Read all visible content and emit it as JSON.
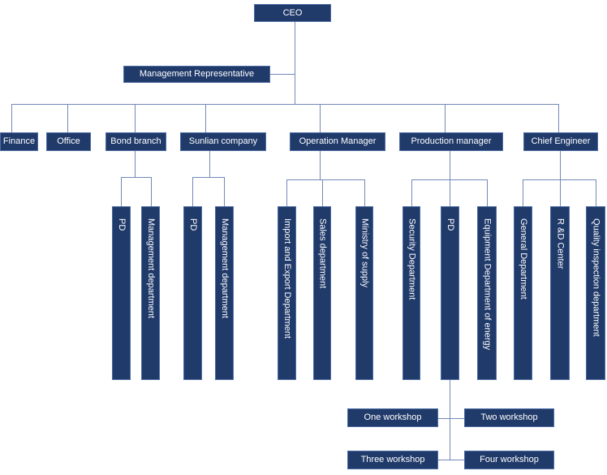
{
  "org": {
    "ceo": {
      "label": "CEO"
    },
    "management_representative": {
      "label": "Management Representative"
    },
    "departments": [
      {
        "label": "Finance"
      },
      {
        "label": "Office"
      },
      {
        "label": "Bond branch"
      },
      {
        "label": "Sunlian company"
      },
      {
        "label": "Operation Manager"
      },
      {
        "label": "Production manager"
      },
      {
        "label": "Chief Engineer"
      }
    ],
    "sub_departments": [
      {
        "parent": "Bond branch",
        "label": "PD"
      },
      {
        "parent": "Bond branch",
        "label": "Management department"
      },
      {
        "parent": "Sunlian company",
        "label": "PD"
      },
      {
        "parent": "Sunlian company",
        "label": "Management department"
      },
      {
        "parent": "Operation Manager",
        "label": "Import and Export Department"
      },
      {
        "parent": "Operation Manager",
        "label": "Sales department"
      },
      {
        "parent": "Operation Manager",
        "label": "Ministry of supply"
      },
      {
        "parent": "Production manager",
        "label": "Security Department"
      },
      {
        "parent": "Production manager",
        "label": "PD"
      },
      {
        "parent": "Production manager",
        "label": "Equipment Department of energy"
      },
      {
        "parent": "Chief Engineer",
        "label": "General Department"
      },
      {
        "parent": "Chief Engineer",
        "label": "R &D Center"
      },
      {
        "parent": "Chief Engineer",
        "label": "Quality inspection department"
      }
    ],
    "workshops": [
      {
        "parent": "PD",
        "label": "One workshop"
      },
      {
        "parent": "PD",
        "label": "Two workshop"
      },
      {
        "parent": "PD",
        "label": "Three workshop"
      },
      {
        "parent": "PD",
        "label": "Four workshop"
      }
    ],
    "colors": {
      "box_fill": "#203a6a",
      "box_border": "#4d6da5",
      "connector": "#7388b8",
      "text": "#ffffff",
      "background": "#ffffff"
    }
  }
}
